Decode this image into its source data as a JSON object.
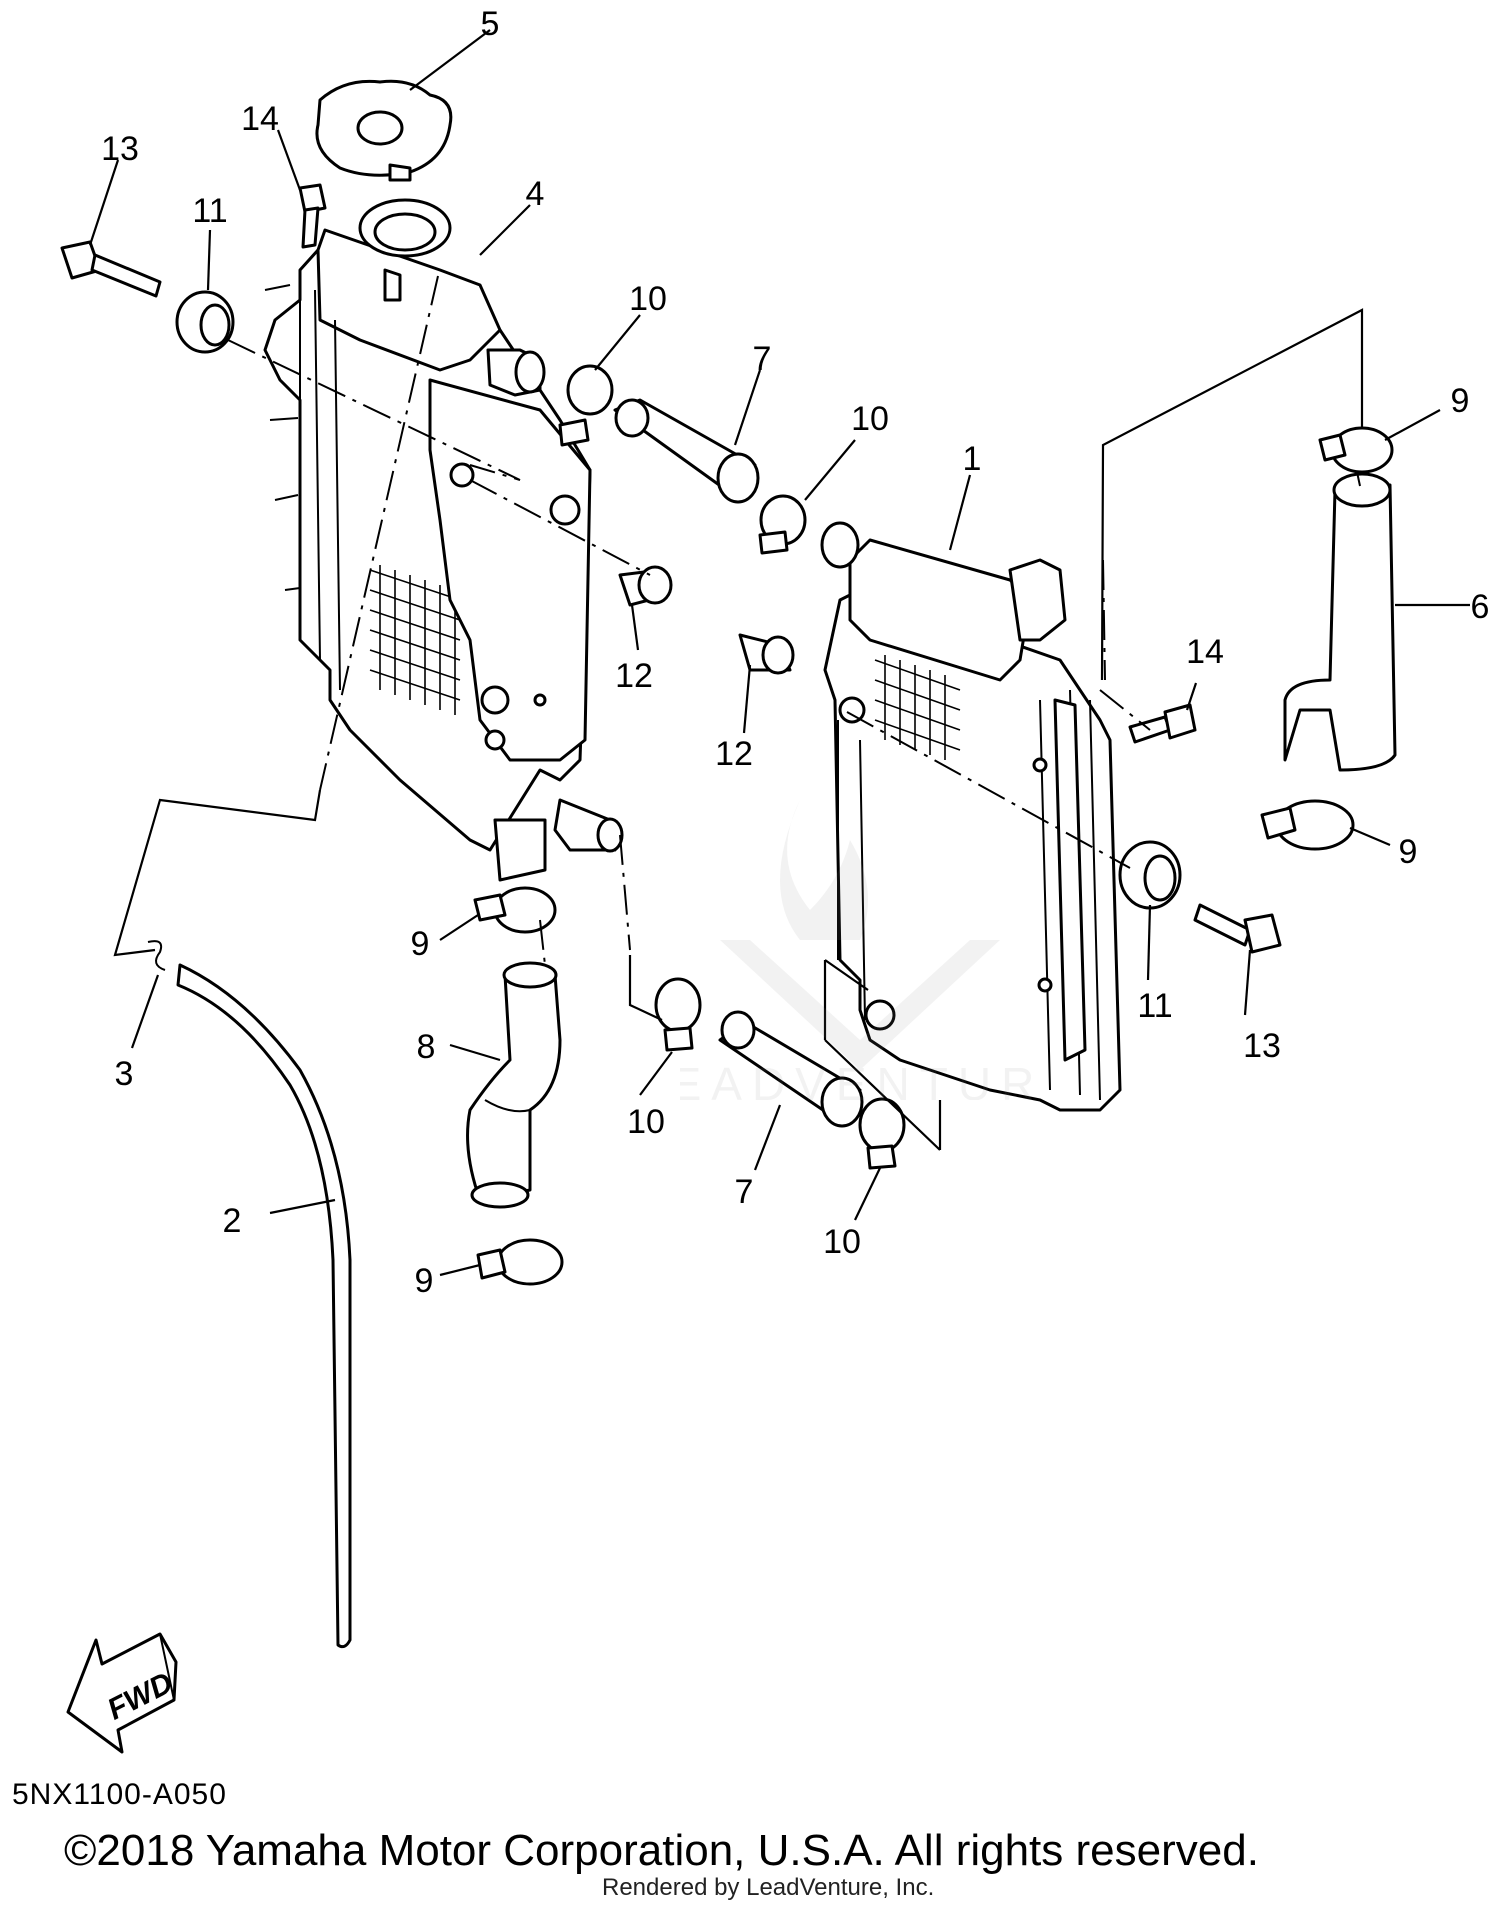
{
  "diagram": {
    "callouts": [
      {
        "key": "c1",
        "label": "1"
      },
      {
        "key": "c2",
        "label": "2"
      },
      {
        "key": "c3",
        "label": "3"
      },
      {
        "key": "c4",
        "label": "4"
      },
      {
        "key": "c5",
        "label": "5"
      },
      {
        "key": "c6",
        "label": "6"
      },
      {
        "key": "c7a",
        "label": "7"
      },
      {
        "key": "c7b",
        "label": "7"
      },
      {
        "key": "c8",
        "label": "8"
      },
      {
        "key": "c9a",
        "label": "9"
      },
      {
        "key": "c9b",
        "label": "9"
      },
      {
        "key": "c9c",
        "label": "9"
      },
      {
        "key": "c9d",
        "label": "9"
      },
      {
        "key": "c10a",
        "label": "10"
      },
      {
        "key": "c10b",
        "label": "10"
      },
      {
        "key": "c10c",
        "label": "10"
      },
      {
        "key": "c10d",
        "label": "10"
      },
      {
        "key": "c11a",
        "label": "11"
      },
      {
        "key": "c11b",
        "label": "11"
      },
      {
        "key": "c12a",
        "label": "12"
      },
      {
        "key": "c12b",
        "label": "12"
      },
      {
        "key": "c13a",
        "label": "13"
      },
      {
        "key": "c13b",
        "label": "13"
      },
      {
        "key": "c14a",
        "label": "14"
      },
      {
        "key": "c14b",
        "label": "14"
      }
    ],
    "fwd_label": "FWD",
    "watermark_text": "LEADVENTURE",
    "diagram_code": "5NX1100-A050",
    "copyright": "©2018 Yamaha Motor Corporation, U.S.A. All rights reserved.",
    "rendered_by": "Rendered by LeadVenture, Inc."
  }
}
